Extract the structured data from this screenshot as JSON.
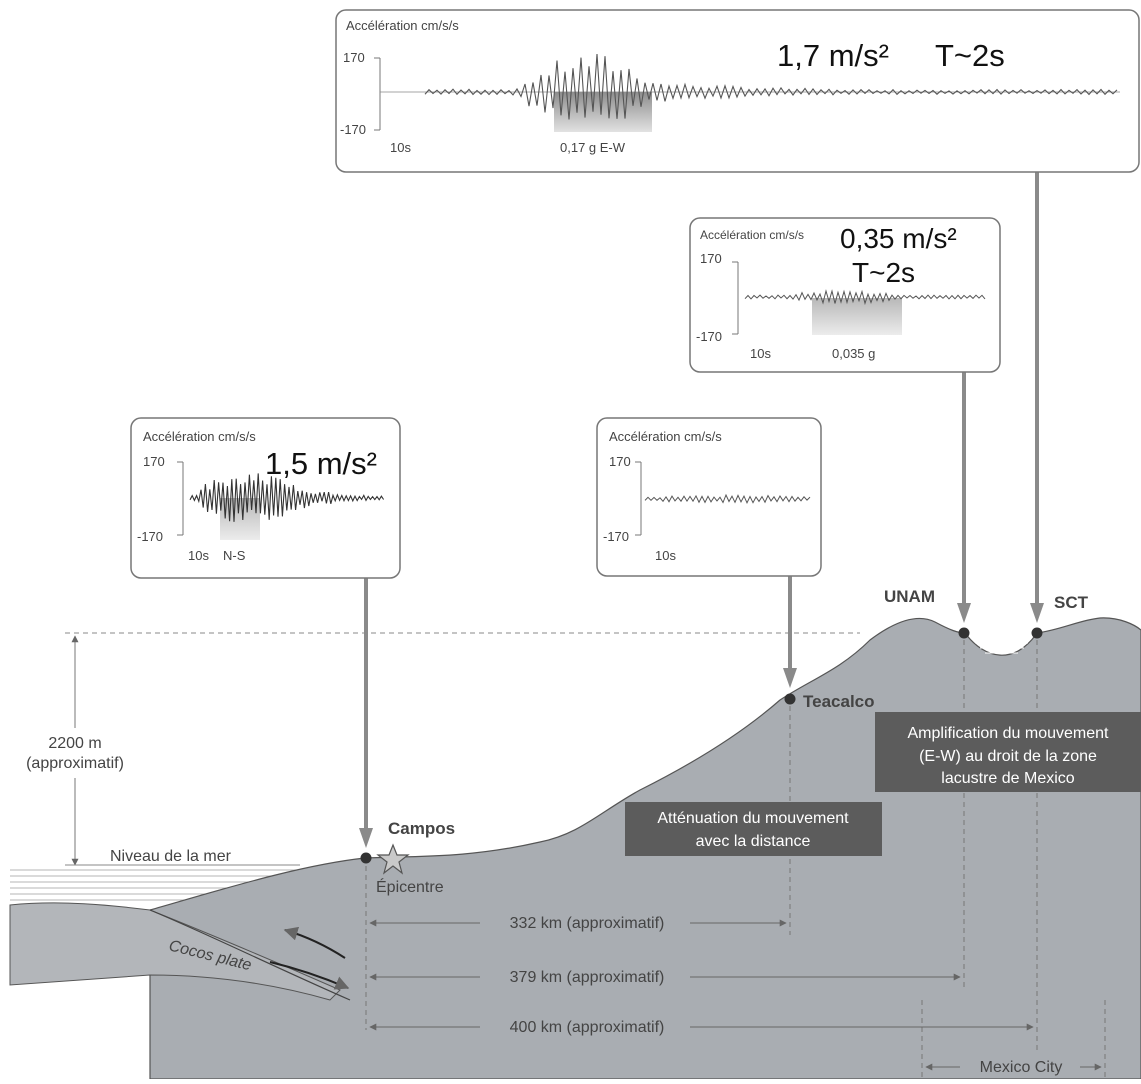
{
  "panels": {
    "sct": {
      "axis_label": "Accélération cm/s/s",
      "ymax": "170",
      "ymin": "-170",
      "time_label": "10s",
      "band_label": "0,17 g  E-W",
      "annotation_accel": "1,7 m/s²",
      "annotation_period": "T~2s"
    },
    "unam": {
      "axis_label": "Accélération cm/s/s",
      "ymax": "170",
      "ymin": "-170",
      "time_label": "10s",
      "band_label": "0,035 g",
      "annotation_accel": "0,35 m/s²",
      "annotation_period": "T~2s"
    },
    "campos": {
      "axis_label": "Accélération cm/s/s",
      "ymax": "170",
      "ymin": "-170",
      "time_label": "10s",
      "band_label": "N-S",
      "annotation_accel": "1,5 m/s²"
    },
    "teacalco": {
      "axis_label": "Accélération cm/s/s",
      "ymax": "170",
      "ymin": "-170",
      "time_label": "10s"
    }
  },
  "stations": {
    "unam": "UNAM",
    "sct": "SCT",
    "teacalco": "Teacalco",
    "campos": "Campos",
    "epicentre": "Épicentre"
  },
  "labels": {
    "altitude_line1": "2200 m",
    "altitude_line2": "(approximatif)",
    "sea_level": "Niveau de la mer",
    "cocos_plate": "Cocos plate",
    "amplification_line1": "Amplification du mouvement",
    "amplification_line2": "(E-W) au droit de la zone",
    "amplification_line3": "lacustre de Mexico",
    "attenuation_line1": "Atténuation du mouvement",
    "attenuation_line2": "avec la distance"
  },
  "distances": {
    "d1": "332 km (approximatif)",
    "d2": "379 km (approximatif)",
    "d3": "400 km (approximatif)",
    "city": "Mexico City"
  },
  "colors": {
    "terrain": "#a9adb2",
    "plate": "#b3b6ba",
    "box_border": "#777777",
    "arrow": "#8a8a8a",
    "label_box": "#5c5c5c",
    "band": "#c8c8c8"
  }
}
